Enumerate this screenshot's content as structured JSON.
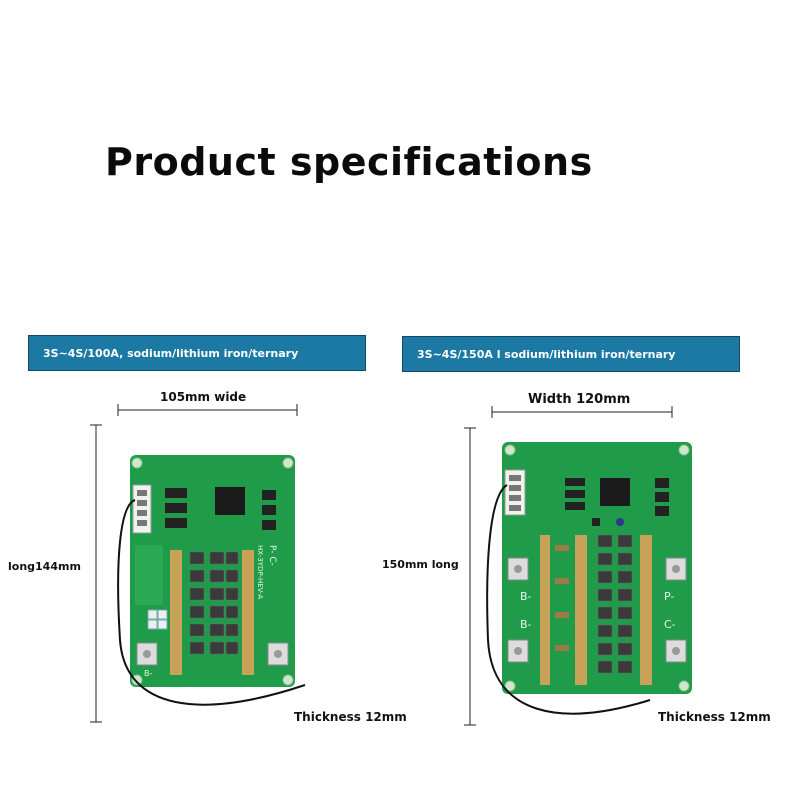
{
  "title": "Product specifications",
  "left": {
    "banner": "3S~4S/100A, sodium/lithium iron/ternary",
    "width_label": "105mm wide",
    "length_label": "long144mm",
    "thickness_label": "Thickness 12mm",
    "silkscreen": "P-  C-",
    "silkscreen2": "HX-3YDP-HEV-A",
    "pad_label": "B-"
  },
  "right": {
    "banner": "3S~4S/150A l sodium/lithium iron/ternary",
    "width_label": "Width 120mm",
    "length_label": "150mm long",
    "thickness_label": "Thickness 12mm",
    "pad_labels": [
      "B-",
      "B-",
      "P-",
      "C-"
    ]
  },
  "colors": {
    "banner": "#1c79a4",
    "pcb": "#1f9b4a",
    "copper": "#c9a25a"
  }
}
